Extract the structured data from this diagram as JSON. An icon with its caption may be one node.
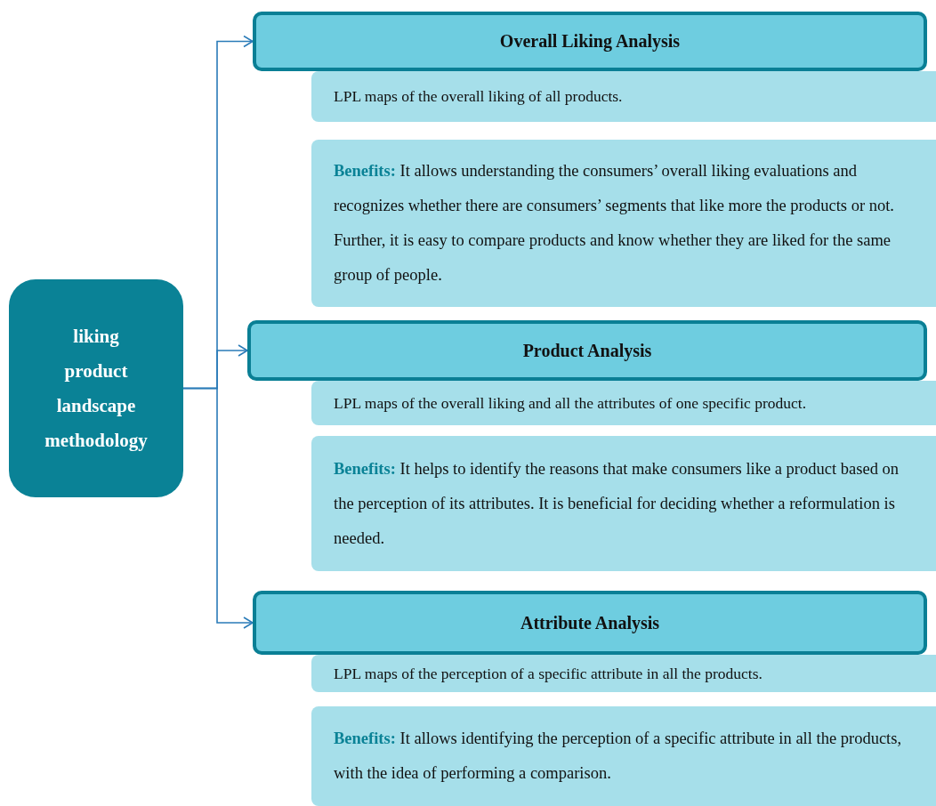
{
  "diagram": {
    "nodes": [
      {
        "text": [
          "liking product landscape methodology"
        ]
      },
      {
        "text": [
          "Overall Liking Analysis"
        ]
      },
      {
        "text": [
          "LPL maps of the overall liking of all products."
        ]
      },
      {
        "text": [
          "**Benefits:** It allows understanding the consumers’ overall liking evaluations and recognizes whether there are consumers’ segments that like more the products or not. Further, it is easy to compare products and know whether they are liked for the same group of people."
        ]
      },
      {
        "text": [
          "Product Analysis"
        ]
      },
      {
        "text": [
          "LPL maps of the overall liking and all the attributes of one specific product."
        ]
      },
      {
        "text": [
          "**Benefits:** It helps to identify the reasons that make consumers like a product based on the perception of its attributes. It is beneficial for deciding whether a reformulation is needed."
        ]
      },
      {
        "text": [
          "Attribute Analysis"
        ]
      },
      {
        "text": [
          "LPL maps of the perception of a specific attribute in all the products."
        ]
      },
      {
        "text": [
          "**Benefits:** It allows identifying the perception of a specific attribute in all the products, with the idea of performing a comparison."
        ]
      }
    ],
    "edges": [
      {
        "from": 0,
        "to": 1,
        "arrow": "to"
      },
      {
        "from": 0,
        "to": 4,
        "arrow": "to"
      },
      {
        "from": 0,
        "to": 7,
        "arrow": "to"
      }
    ]
  }
}
